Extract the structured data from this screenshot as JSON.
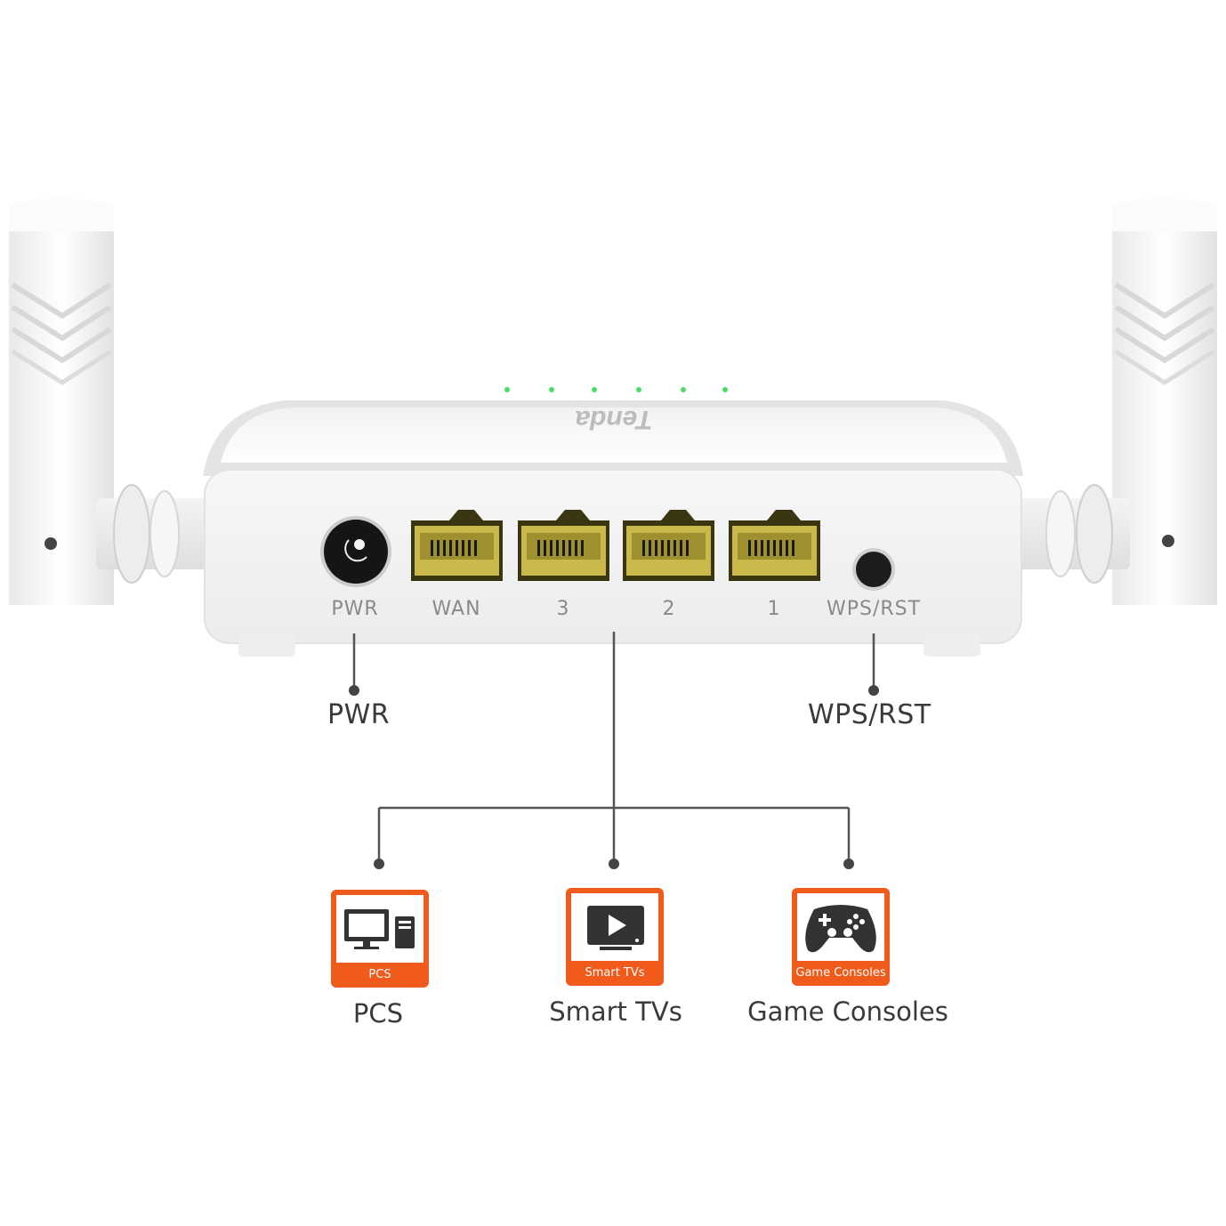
{
  "router": {
    "brand_logo": "Tenda",
    "ports": [
      {
        "label": "PWR"
      },
      {
        "label": "WAN"
      },
      {
        "label": "3"
      },
      {
        "label": "2"
      },
      {
        "label": "1"
      },
      {
        "label": "WPS/RST"
      }
    ]
  },
  "callouts": {
    "pwr": "PWR",
    "wps_rst": "WPS/RST"
  },
  "devices": [
    {
      "badge": "PCS",
      "label": "PCS",
      "icon": "pc-icon"
    },
    {
      "badge": "Smart TVs",
      "label": "Smart TVs",
      "icon": "tv-play-icon"
    },
    {
      "badge": "Game Consoles",
      "label": "Game Consoles",
      "icon": "gamepad-icon"
    }
  ],
  "colors": {
    "badge_orange": "#f05a1a",
    "port_yellow": "#c9b84a",
    "line_gray": "#555555",
    "led_green": "#4cd964"
  }
}
